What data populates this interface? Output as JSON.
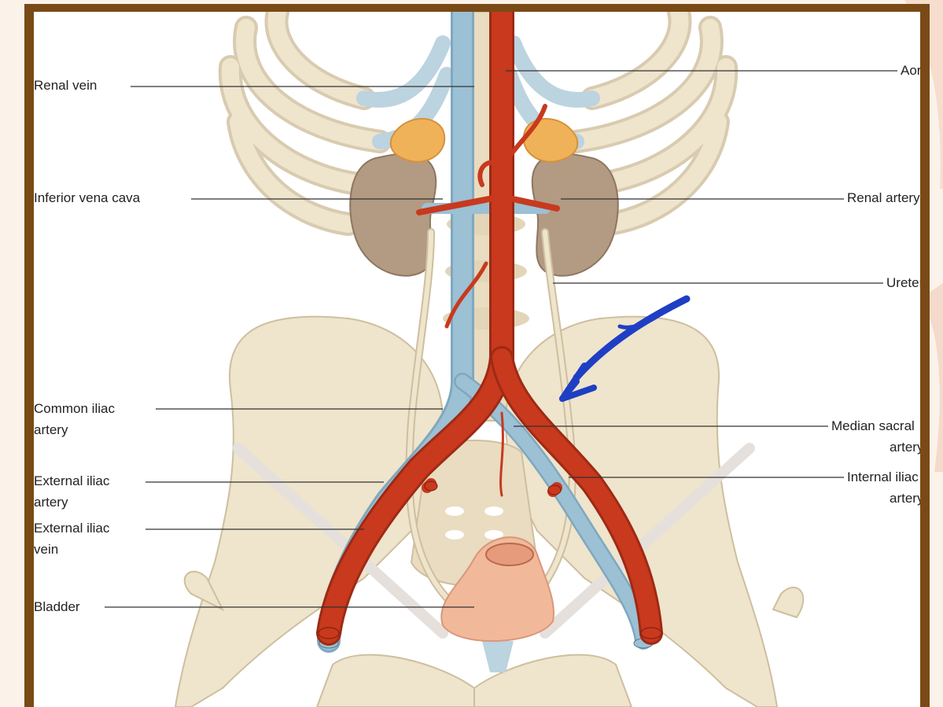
{
  "labels": {
    "renal_vein": "Renal vein",
    "inferior_vena_cava": "Inferior vena cava",
    "common_iliac_artery_1": "Common iliac",
    "common_iliac_artery_2": "artery",
    "external_iliac_artery_1": "External iliac",
    "external_iliac_artery_2": "artery",
    "external_iliac_vein_1": "External iliac",
    "external_iliac_vein_2": "vein",
    "bladder": "Bladder",
    "aorta": "Aorta",
    "renal_artery": "Renal artery",
    "ureter": "Ureter",
    "median_sacral_artery_1": "Median sacral",
    "median_sacral_artery_2": "artery",
    "internal_iliac_artery_1": "Internal iliac",
    "internal_iliac_artery_2": "artery"
  },
  "colors": {
    "frame": "#7a4a16",
    "artery": "#c8391e",
    "vein": "#8fb4c8",
    "bone": "#efe4cc",
    "kidney": "#b39a82",
    "adrenal": "#f0b258",
    "bladder": "#f1b99a",
    "annotation_arrow": "#1e3fc4"
  },
  "icons": {
    "annotation": "hand-drawn-arrow-icon"
  }
}
